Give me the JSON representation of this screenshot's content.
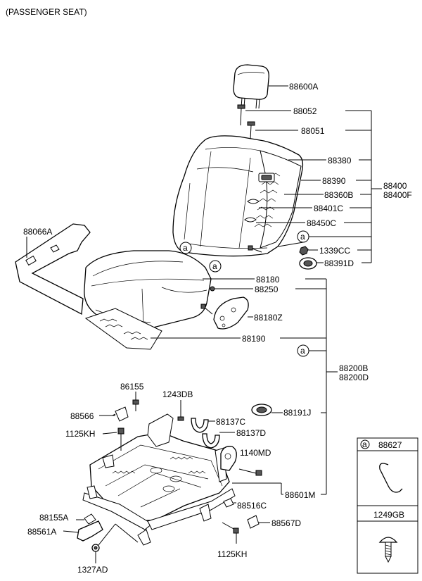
{
  "header": {
    "title": "(PASSENGER SEAT)"
  },
  "callout_symbol": "a",
  "part_numbers": {
    "p88600A": "88600A",
    "p88052": "88052",
    "p88051": "88051",
    "p88380": "88380",
    "p88390": "88390",
    "p88360B": "88360B",
    "p88401C": "88401C",
    "p88450C": "88450C",
    "p1339CC": "1339CC",
    "p88391D": "88391D",
    "p88400": "88400",
    "p88400F": "88400F",
    "p88066A": "88066A",
    "p88180": "88180",
    "p88250": "88250",
    "p88180Z": "88180Z",
    "p88190": "88190",
    "p88200B": "88200B",
    "p88200D": "88200D",
    "p86155": "86155",
    "p1243DB": "1243DB",
    "p88566": "88566",
    "p88137C": "88137C",
    "p88137D": "88137D",
    "p88191J": "88191J",
    "p1125KH_a": "1125KH",
    "p1140MD": "1140MD",
    "p88601M": "88601M",
    "p88516C": "88516C",
    "p88155A": "88155A",
    "p88567D": "88567D",
    "p88561A": "88561A",
    "p1125KH_b": "1125KH",
    "p1327AD": "1327AD"
  },
  "legend_box": {
    "clip_label": "88627",
    "screw_label": "1249GB"
  }
}
